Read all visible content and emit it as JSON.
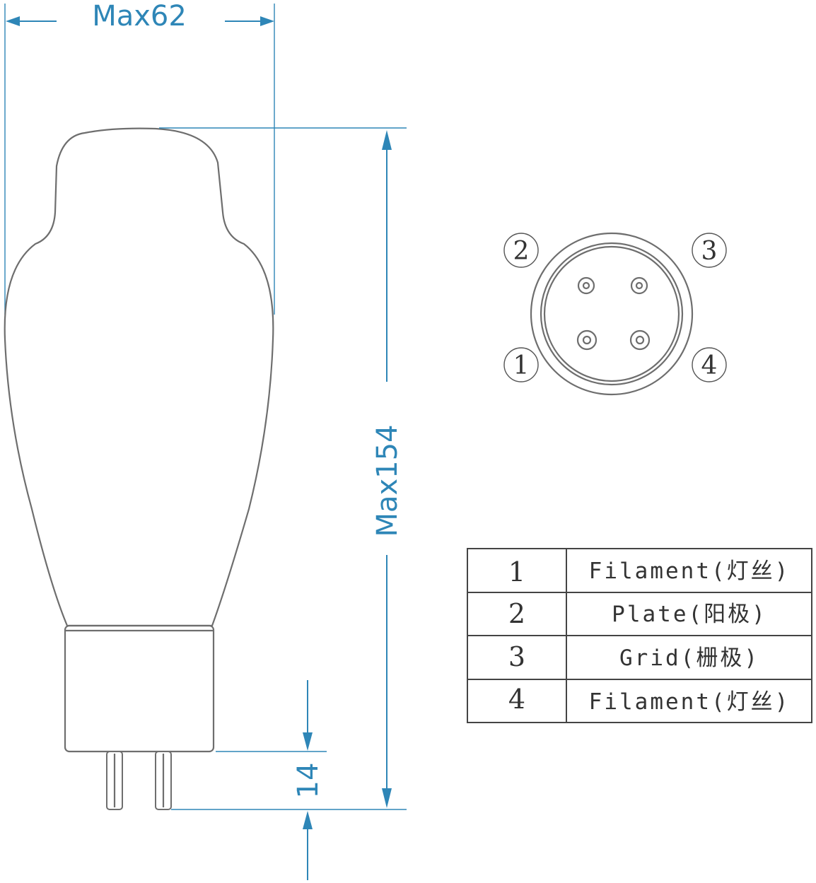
{
  "dimensions": {
    "width_label": "Max62",
    "height_label": "Max154",
    "pin_length_label": "14"
  },
  "socket": {
    "pins": [
      {
        "label": "2"
      },
      {
        "label": "3"
      },
      {
        "label": "1"
      },
      {
        "label": "4"
      }
    ]
  },
  "pin_table": {
    "rows": [
      {
        "pin": "1",
        "function": "Filament(灯丝)"
      },
      {
        "pin": "2",
        "function": "Plate(阳极)"
      },
      {
        "pin": "3",
        "function": "Grid(栅极)"
      },
      {
        "pin": "4",
        "function": "Filament(灯丝)"
      }
    ]
  },
  "colors": {
    "dimension": "#2e86b7",
    "outline": "#6e6e6e",
    "text": "#333333"
  }
}
